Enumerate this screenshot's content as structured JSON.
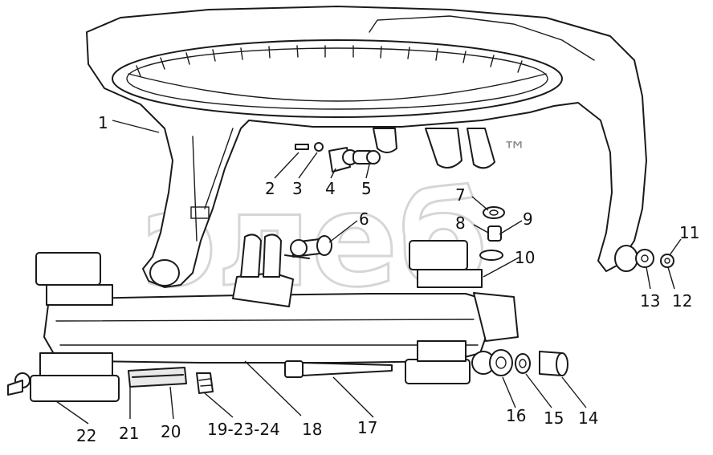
{
  "watermark": {
    "text": "элеб",
    "trademark": "™"
  },
  "callouts": [
    {
      "id": "1",
      "label": "1"
    },
    {
      "id": "2",
      "label": "2"
    },
    {
      "id": "3",
      "label": "3"
    },
    {
      "id": "4",
      "label": "4"
    },
    {
      "id": "5",
      "label": "5"
    },
    {
      "id": "6",
      "label": "6"
    },
    {
      "id": "7",
      "label": "7"
    },
    {
      "id": "8",
      "label": "8"
    },
    {
      "id": "9",
      "label": "9"
    },
    {
      "id": "10",
      "label": "10"
    },
    {
      "id": "11",
      "label": "11"
    },
    {
      "id": "12",
      "label": "12"
    },
    {
      "id": "13",
      "label": "13"
    },
    {
      "id": "14",
      "label": "14"
    },
    {
      "id": "15",
      "label": "15"
    },
    {
      "id": "16",
      "label": "16"
    },
    {
      "id": "17",
      "label": "17"
    },
    {
      "id": "18",
      "label": "18"
    },
    {
      "id": "19-23-24",
      "label": "19-23-24"
    },
    {
      "id": "20",
      "label": "20"
    },
    {
      "id": "21",
      "label": "21"
    },
    {
      "id": "22",
      "label": "22"
    }
  ]
}
